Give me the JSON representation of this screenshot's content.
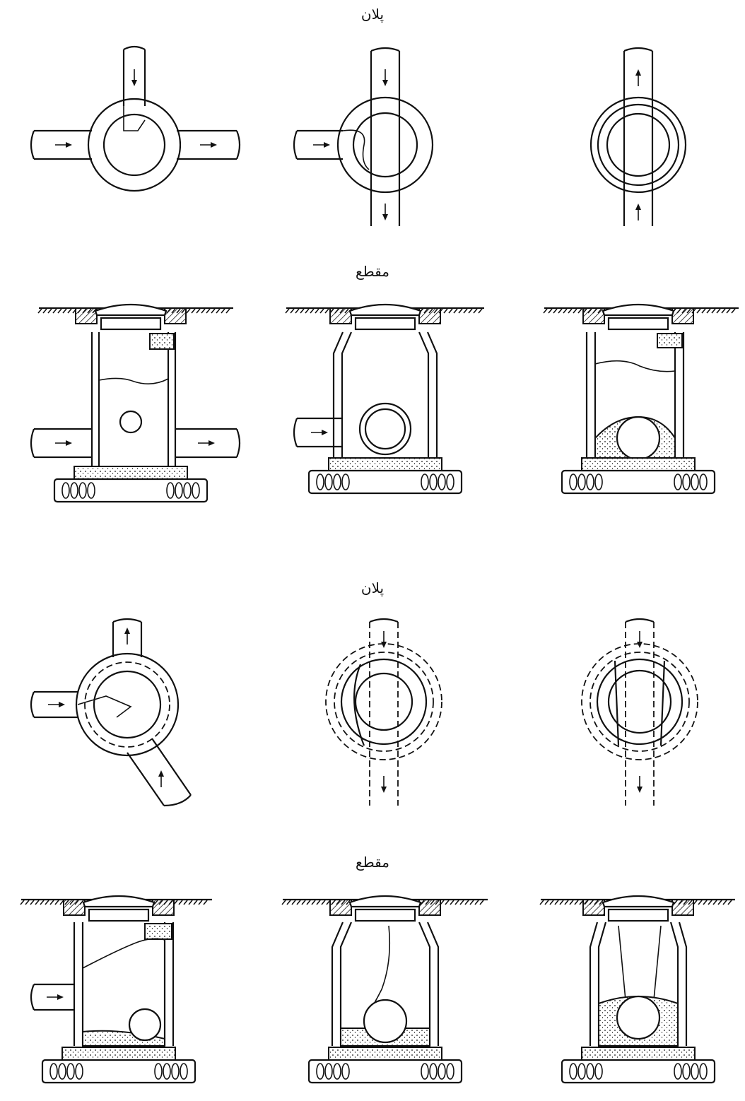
{
  "labels": {
    "plan_top": "پلان",
    "section_top": "مقطع",
    "plan_bottom": "پلان",
    "section_bottom": "مقطع"
  }
}
